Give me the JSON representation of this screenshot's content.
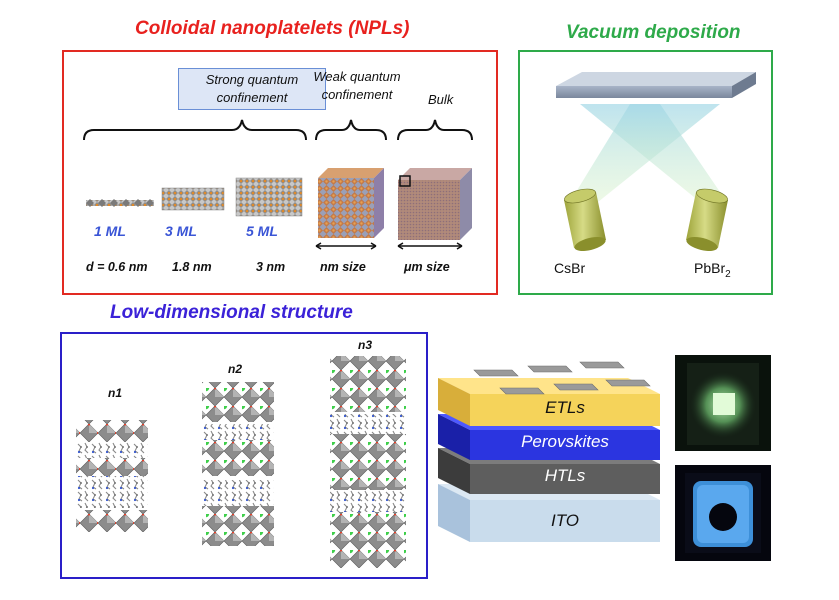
{
  "panels": {
    "npl": {
      "title": "Colloidal nanoplatelets (NPLs)",
      "title_color": "#e8211e",
      "border_color": "#e22a22",
      "strong_label": "Strong quantum confinement",
      "weak_label": "Weak quantum confinement",
      "bulk_label": "Bulk",
      "layers": [
        "1 ML",
        "3 ML",
        "5 ML"
      ],
      "sizes": [
        "d = 0.6 nm",
        "1.8 nm",
        "3 nm",
        "nm size",
        "μm size"
      ]
    },
    "vacuum": {
      "title": "Vacuum deposition",
      "title_color": "#2eaa4a",
      "border_color": "#2eaa4a",
      "source_left": "CsBr",
      "source_right_main": "PbBr",
      "source_right_sub": "2"
    },
    "lowdim": {
      "title": "Low-dimensional structure",
      "title_color": "#3b22d8",
      "border_color": "#2a1fc8",
      "structures": [
        "n1",
        "n2",
        "n3"
      ]
    },
    "device": {
      "layers": [
        "ETLs",
        "Perovskites",
        "HTLs",
        "ITO"
      ],
      "colors": {
        "etl": "#f5d35a",
        "perovskite": "#2b35e0",
        "htl": "#5e5e5e",
        "ito": "#c9dcec"
      }
    }
  }
}
